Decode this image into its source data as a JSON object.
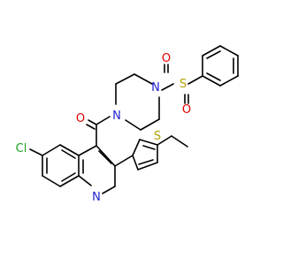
{
  "colors": {
    "carbon": "#000000",
    "nitrogen": "#1f1fd0",
    "oxygen": "#e00000",
    "sulfur": "#b3a100",
    "chlorine": "#1fa01f",
    "background": "#ffffff"
  },
  "atom_labels": {
    "o_carbonyl": "O",
    "n_amide": "N",
    "n_sulfonyl": "N",
    "s_sulfonyl": "S",
    "o_sulfonyl_1": "O",
    "o_sulfonyl_2": "O",
    "cl": "Cl",
    "n_quinoline": "N",
    "s_thiophene": "S"
  }
}
